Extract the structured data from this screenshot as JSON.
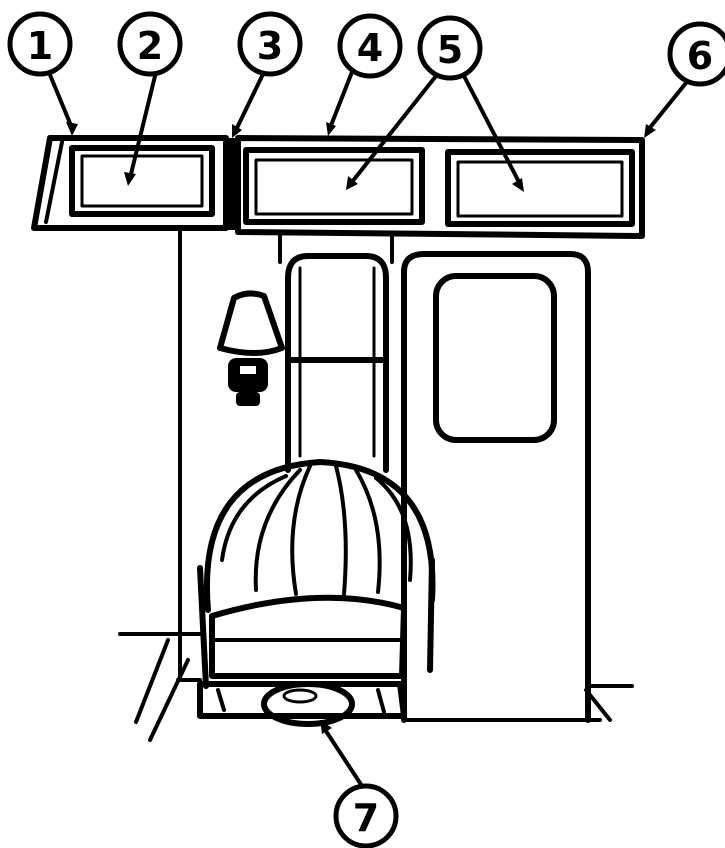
{
  "callouts": [
    {
      "id": "1",
      "label": "1"
    },
    {
      "id": "2",
      "label": "2"
    },
    {
      "id": "3",
      "label": "3"
    },
    {
      "id": "4",
      "label": "4"
    },
    {
      "id": "5",
      "label": "5"
    },
    {
      "id": "6",
      "label": "6"
    },
    {
      "id": "7",
      "label": "7"
    }
  ],
  "colors": {
    "ink": "#000000",
    "background": "#ffffff"
  }
}
